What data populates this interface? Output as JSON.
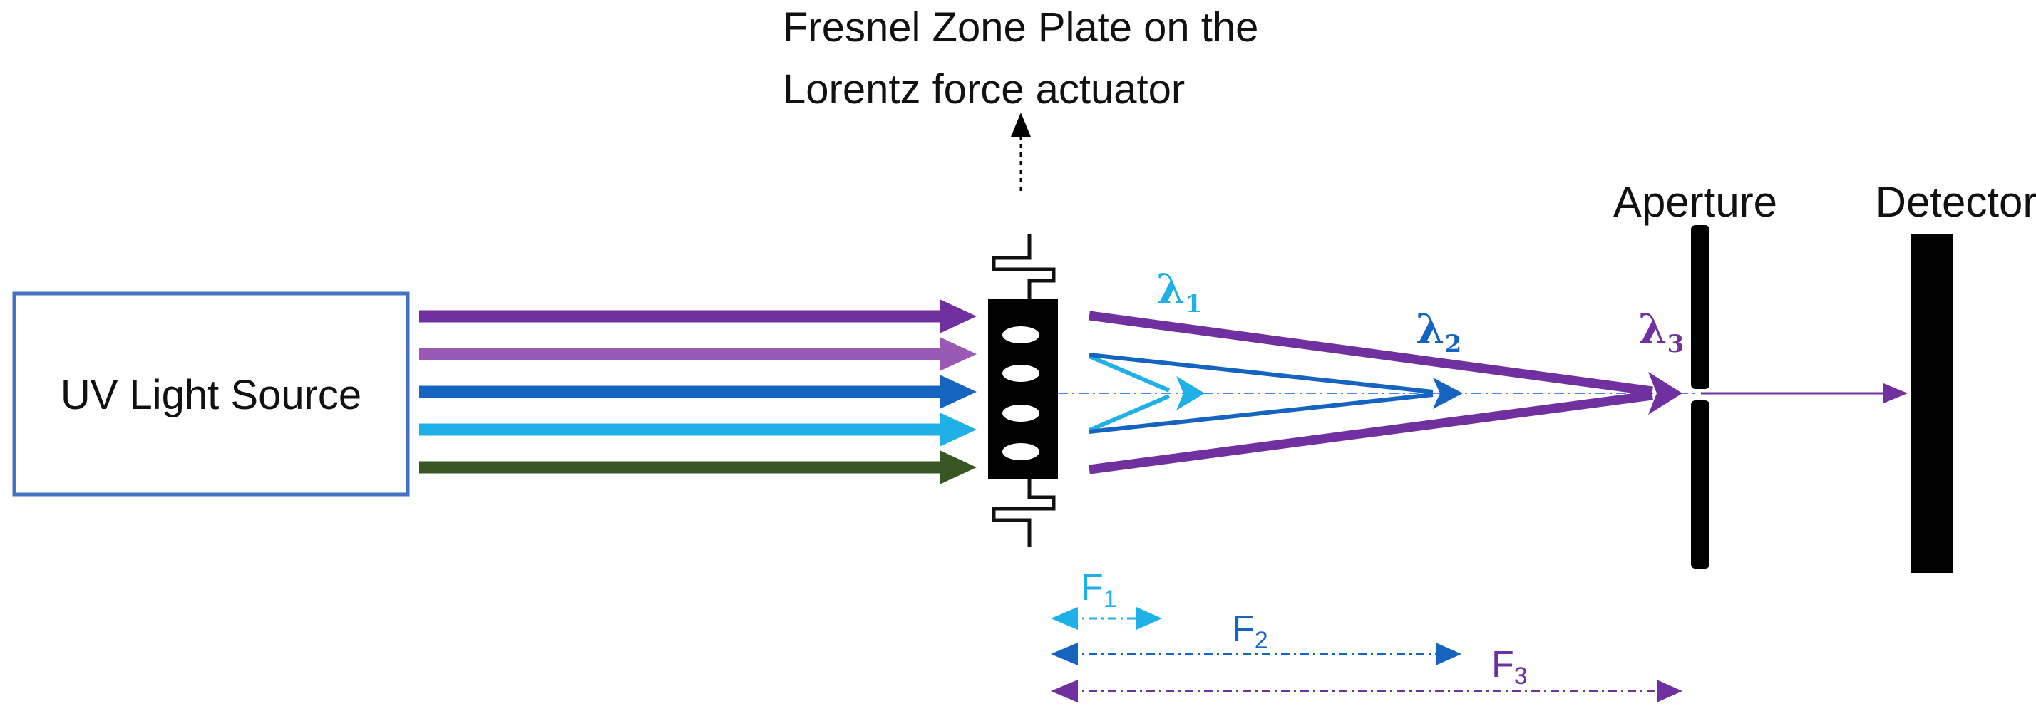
{
  "title": {
    "line1": "Fresnel Zone Plate on the",
    "line2": "Lorentz force actuator"
  },
  "source": {
    "label": "UV Light Source"
  },
  "aperture": {
    "label": "Aperture"
  },
  "detector": {
    "label": "Detector"
  },
  "wavelengths": [
    {
      "symbol": "λ",
      "sub": "1",
      "color": "#20B0E8"
    },
    {
      "symbol": "λ",
      "sub": "2",
      "color": "#1565C0"
    },
    {
      "symbol": "λ",
      "sub": "3",
      "color": "#7030A0"
    }
  ],
  "focal_lengths": [
    {
      "symbol": "F",
      "sub": "1",
      "color": "#20B0E8"
    },
    {
      "symbol": "F",
      "sub": "2",
      "color": "#1565C0"
    },
    {
      "symbol": "F",
      "sub": "3",
      "color": "#7030A0"
    }
  ],
  "beam_colors": [
    "#7030A0",
    "#9B59B6",
    "#1565C0",
    "#20B0E8",
    "#375623"
  ],
  "colors": {
    "box_border": "#4472C4",
    "lambda1": "#20B0E8",
    "lambda2": "#1565C0",
    "lambda3": "#7030A0"
  }
}
